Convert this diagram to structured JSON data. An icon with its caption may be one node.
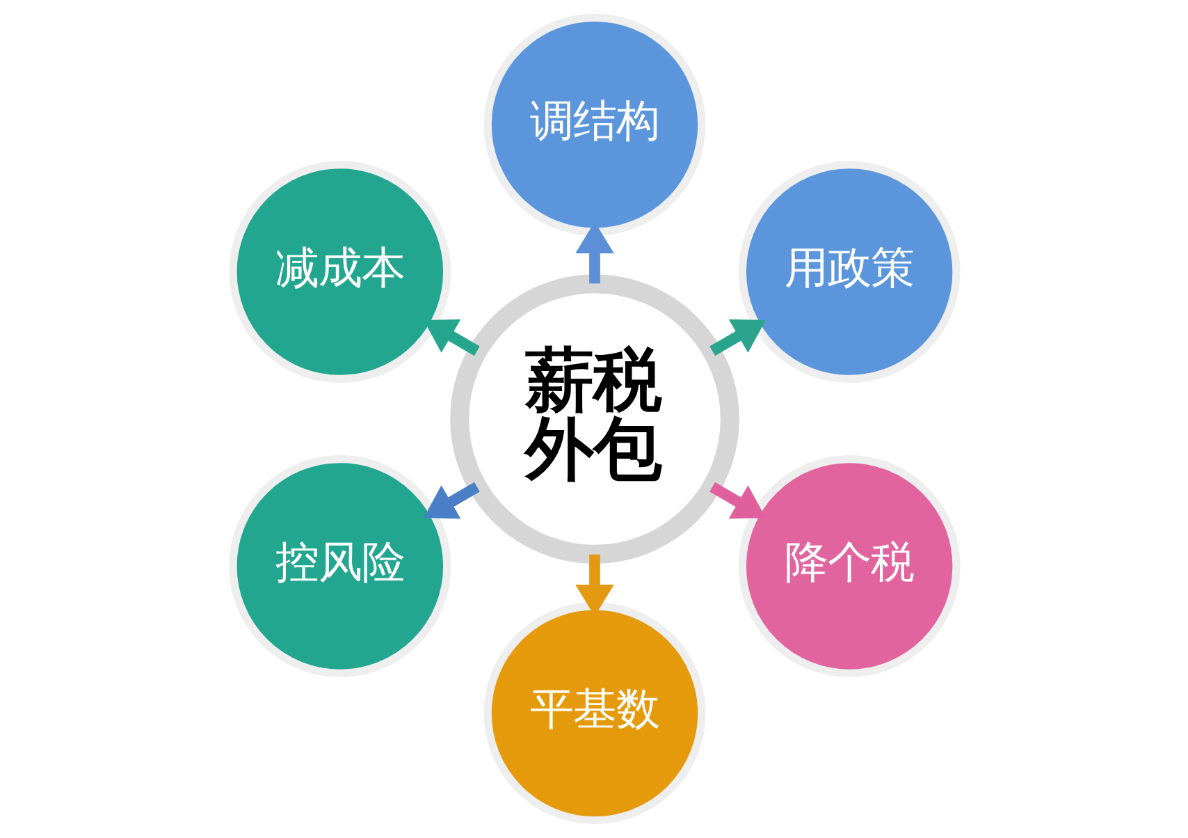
{
  "diagram": {
    "nodes": [
      {
        "text": [
          "薪税外包"
        ]
      },
      {
        "text": [
          "减成本"
        ]
      },
      {
        "text": [
          "调结构"
        ]
      },
      {
        "text": [
          "控风险"
        ]
      },
      {
        "text": [
          "用政策"
        ]
      },
      {
        "text": [
          "平基数"
        ]
      },
      {
        "text": [
          "降个税"
        ]
      }
    ],
    "edges": [
      {
        "from": 0,
        "to": 1,
        "arrow": "to",
        "color": "#26a58e"
      },
      {
        "from": 0,
        "to": 2,
        "arrow": "to",
        "color": "#5b8fd6"
      },
      {
        "from": 0,
        "to": 4,
        "arrow": "to",
        "color": "#2aa48c"
      },
      {
        "from": 0,
        "to": 6,
        "arrow": "to",
        "color": "#e0609e"
      },
      {
        "from": 0,
        "to": 5,
        "arrow": "to",
        "color": "#e39a12"
      },
      {
        "from": 0,
        "to": 3,
        "arrow": "to",
        "color": "#4a7fc8"
      }
    ]
  }
}
